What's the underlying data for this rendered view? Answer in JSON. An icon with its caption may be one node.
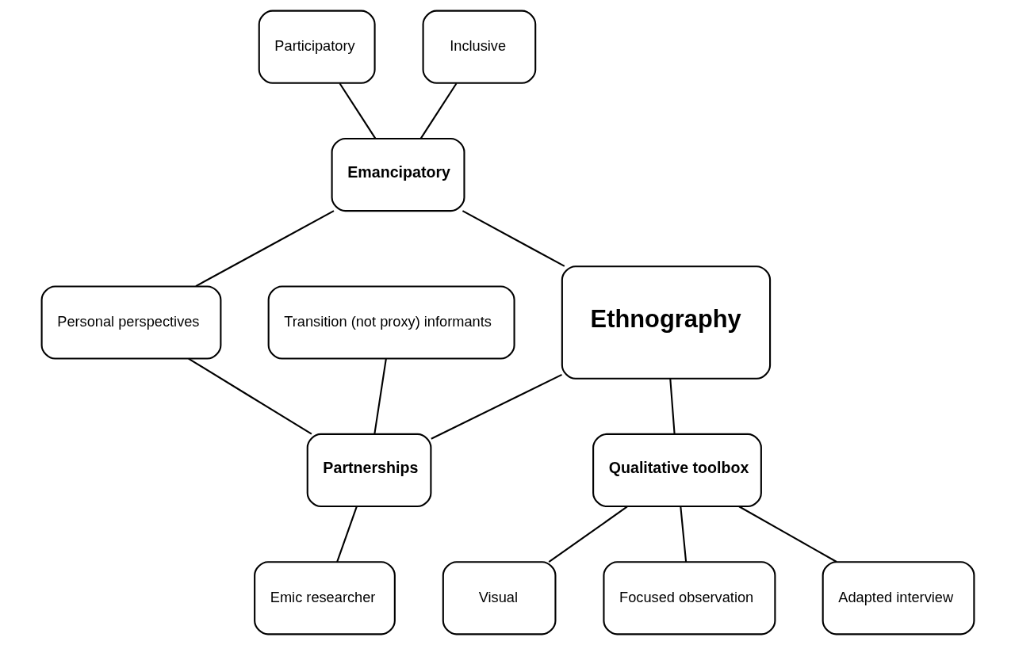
{
  "diagram": {
    "nodes": [
      {
        "text": [
          "Ethnography"
        ]
      },
      {
        "text": [
          "Participatory"
        ]
      },
      {
        "text": [
          "Emancipatory"
        ]
      },
      {
        "text": [
          "Inclusive"
        ]
      },
      {
        "text": [
          "Personal perspectives"
        ]
      },
      {
        "text": [
          "Transition (not proxy) informants"
        ]
      },
      {
        "text": [
          "Partnerships"
        ]
      },
      {
        "text": [
          "Qualitative toolbox"
        ]
      },
      {
        "text": [
          "Visual"
        ]
      },
      {
        "text": [
          "Emic researcher"
        ]
      },
      {
        "text": [
          "Focused observation"
        ]
      },
      {
        "text": [
          "Adapted interview"
        ]
      }
    ],
    "edges": [
      {
        "from": 2,
        "to": 0,
        "arrow": "none"
      },
      {
        "from": 1,
        "to": 2,
        "arrow": "none"
      },
      {
        "from": 3,
        "to": 2,
        "arrow": "none"
      },
      {
        "from": 2,
        "to": 4,
        "arrow": "none"
      },
      {
        "from": 4,
        "to": 6,
        "arrow": "none"
      },
      {
        "from": 0,
        "to": 6,
        "arrow": "none"
      },
      {
        "from": 0,
        "to": 7,
        "arrow": "none"
      },
      {
        "from": 5,
        "to": 6,
        "arrow": "none"
      },
      {
        "from": 6,
        "to": 9,
        "arrow": "none"
      },
      {
        "from": 7,
        "to": 8,
        "arrow": "none"
      },
      {
        "from": 7,
        "to": 10,
        "arrow": "none"
      },
      {
        "from": 7,
        "to": 11,
        "arrow": "none"
      }
    ]
  }
}
